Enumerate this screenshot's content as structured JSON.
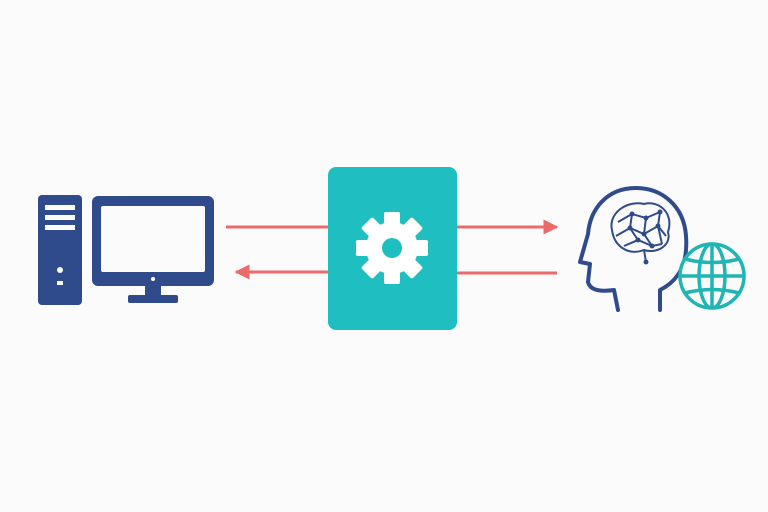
{
  "nodes": [
    {
      "id": "computer",
      "icon": "desktop-computer-icon"
    },
    {
      "id": "processor",
      "icon": "gear-icon"
    },
    {
      "id": "ai",
      "icon": "ai-brain-head-icon",
      "badge_icon": "globe-icon"
    }
  ],
  "edges": [
    {
      "from": "computer",
      "to": "processor",
      "direction": "left-to-right"
    },
    {
      "from": "processor",
      "to": "computer",
      "direction": "right-to-left"
    },
    {
      "from": "processor",
      "to": "ai",
      "direction": "left-to-right"
    },
    {
      "from": "ai",
      "to": "processor",
      "direction": "right-to-left"
    }
  ],
  "colors": {
    "background": "#fbfbfb",
    "computer": "#2f4b8c",
    "processor": "#1fbfc1",
    "gear": "#ffffff",
    "arrows": "#ec6a6a",
    "head": "#2f4b8c",
    "globe": "#1fb5b4"
  }
}
